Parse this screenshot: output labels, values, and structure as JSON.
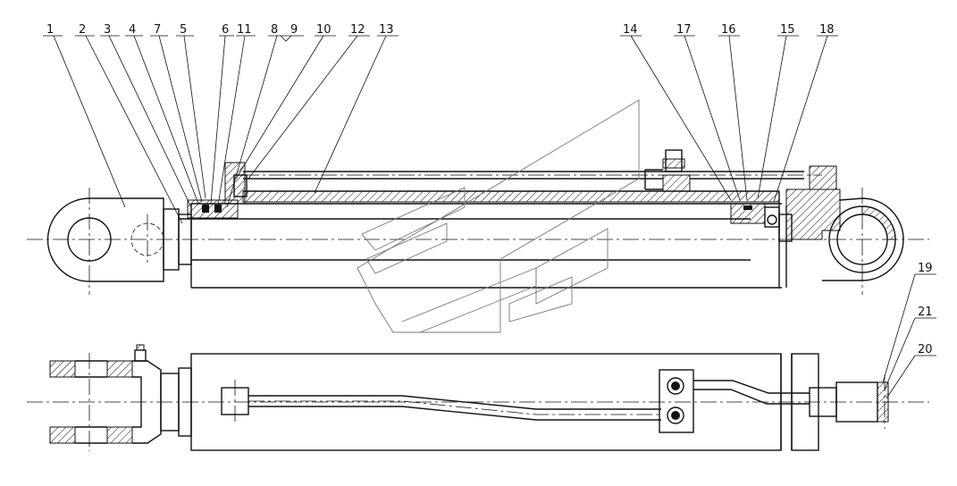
{
  "callouts": {
    "top": [
      "1",
      "2",
      "3",
      "4",
      "7",
      "5",
      "6",
      "11",
      "8",
      "9",
      "10",
      "12",
      "13",
      "14",
      "17",
      "16",
      "15",
      "18"
    ],
    "right": [
      "19",
      "21",
      "20"
    ]
  }
}
